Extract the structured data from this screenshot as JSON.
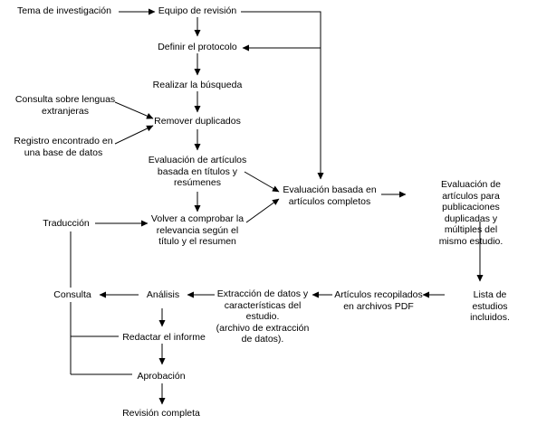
{
  "colors": {
    "ink": "#000000",
    "background": "#ffffff"
  },
  "nodes": {
    "tema": "Tema de investigación",
    "equipo": "Equipo de  revisión",
    "protocolo": "Definir el protocolo",
    "busqueda": "Realizar la búsqueda",
    "lenguas": "Consulta sobre lenguas\nextranjeras",
    "duplicados": "Remover duplicados",
    "registro": "Registro encontrado en\nuna base de datos",
    "eval_titulos": "Evaluación de artículos\nbasada en títulos y\nresúmenes",
    "eval_completos": "Evaluación basada en\nartículos completos",
    "eval_duplicadas": "Evaluación de artículos para\npublicaciones duplicadas y\nmúltiples del mismo estudio.",
    "traduccion": "Traducción",
    "relevancia": "Volver a comprobar la\nrelevancia según el\ntítulo y el resumen",
    "consulta": "Consulta",
    "analisis": "Análisis",
    "extraccion": "Extracción de datos y\ncaracterísticas del\nestudio.\n(archivo de extracción\nde datos).",
    "recopilados": "Artículos recopilados\nen archivos PDF",
    "lista": "Lista de estudios\nincluidos.",
    "redactar": "Redactar el informe",
    "aprobacion": "Aprobación",
    "revision_completa": "Revisión completa"
  }
}
